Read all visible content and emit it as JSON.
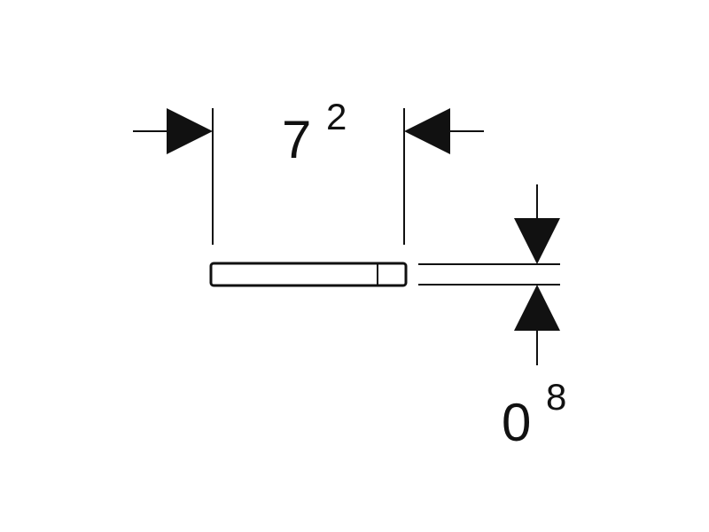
{
  "dimensions": {
    "width": {
      "main": "7",
      "sup": "2"
    },
    "thickness": {
      "main": "0",
      "sup": "8"
    }
  },
  "colors": {
    "ink": "#111111",
    "background": "#ffffff"
  }
}
